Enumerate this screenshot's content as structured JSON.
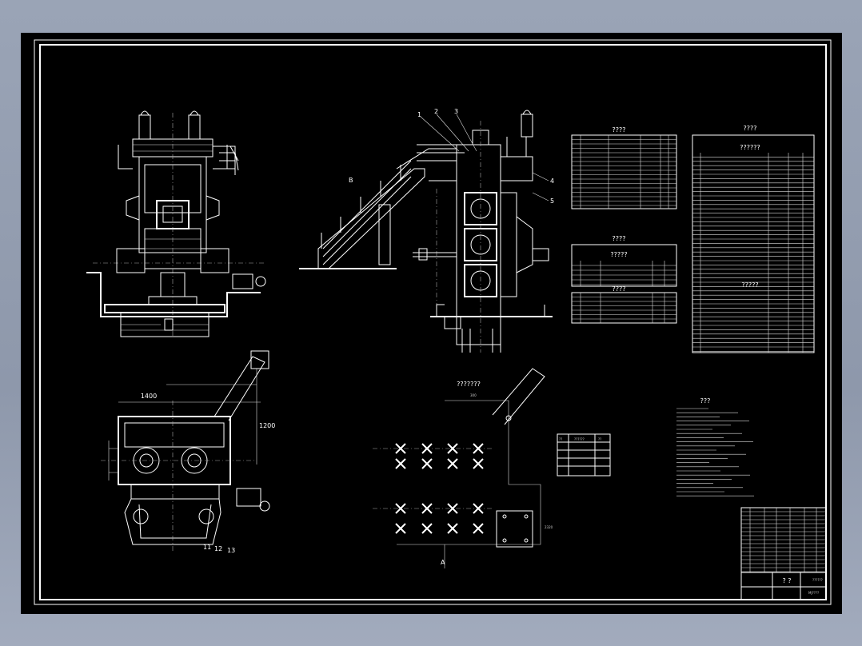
{
  "drawing": {
    "view_b_label": "B",
    "view_a_label": "A",
    "balloons": [
      "1",
      "2",
      "3",
      "4",
      "5",
      "11",
      "12",
      "13"
    ],
    "plan_dimension": "1400",
    "side_dimension": "1200",
    "base_dimension": "300",
    "rotated_dimension": "2320",
    "colors": {
      "background": "#000000",
      "lines": "#ffffff",
      "frame_outer": "#9aa4b6"
    }
  },
  "tables": {
    "top_left_title": "????",
    "mid_left_title": "????",
    "mid_left_subtitle": "?????",
    "lower_left_title": "????",
    "right_title": "????",
    "right_subtitle": "??????",
    "right_mid_subtitle": "?????",
    "small_table_header": [
      "??",
      "??????",
      "??"
    ],
    "bolt_pattern_title": "???????",
    "notes_title": "???"
  },
  "title_block": {
    "title": "? ?",
    "subtitle": "??????",
    "drawing_no": "MJ????"
  }
}
